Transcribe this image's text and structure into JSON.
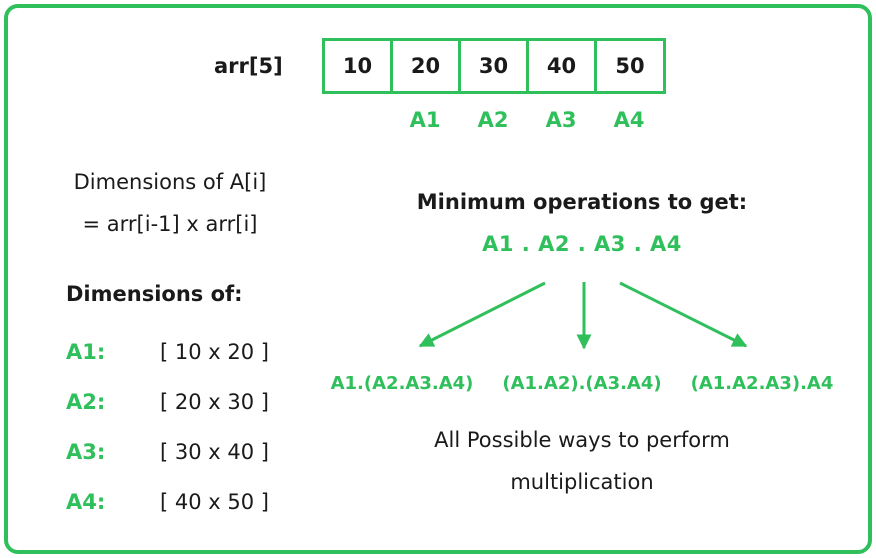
{
  "array": {
    "label": "arr[5]",
    "values": [
      "10",
      "20",
      "30",
      "40",
      "50"
    ]
  },
  "matrices": [
    "A1",
    "A2",
    "A3",
    "A4"
  ],
  "formula": {
    "line1": "Dimensions of A[i]",
    "line2": "= arr[i-1] x arr[i]"
  },
  "dimensions": {
    "heading": "Dimensions of:",
    "rows": [
      {
        "name": "A1:",
        "value": "[ 10 x 20 ]"
      },
      {
        "name": "A2:",
        "value": "[ 20 x 30 ]"
      },
      {
        "name": "A3:",
        "value": "[ 30 x 40 ]"
      },
      {
        "name": "A4:",
        "value": "[ 40 x 50 ]"
      }
    ]
  },
  "minimum": {
    "heading": "Minimum operations to get:",
    "product": "A1 . A2 . A3 . A4"
  },
  "parenthesizations": [
    "A1.(A2.A3.A4)",
    "(A1.A2).(A3.A4)",
    "(A1.A2.A3).A4"
  ],
  "note": {
    "line1": "All Possible ways to perform",
    "line2": "multiplication"
  },
  "colors": {
    "accent": "#2fbf5b",
    "text": "#1a1a1a"
  }
}
